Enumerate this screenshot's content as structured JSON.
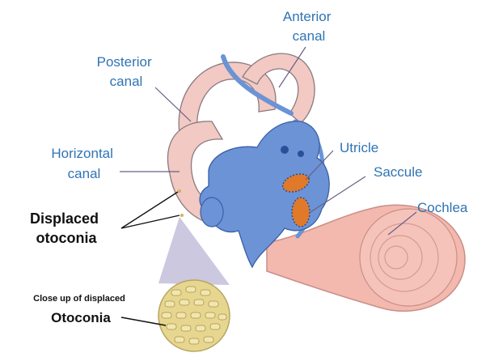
{
  "labels": {
    "anterior_canal": [
      "Anterior",
      "canal"
    ],
    "posterior_canal": [
      "Posterior",
      "canal"
    ],
    "horizontal_canal": [
      "Horizontal",
      "canal"
    ],
    "utricle": "Utricle",
    "saccule": "Saccule",
    "cochlea": "Cochlea",
    "displaced_otoconia": [
      "Displaced",
      "otoconia"
    ],
    "closeup_caption": "Close up of displaced",
    "closeup_title": "Otoconia"
  },
  "colors": {
    "label_blue": "#2f74b5",
    "canal_pink": "#f2c9c3",
    "canal_outline": "#8a7a80",
    "vestibule_blue": "#6b93d6",
    "vestibule_dark": "#2b4f9a",
    "macula_orange": "#e07a2a",
    "cochlea_pink": "#f3b8ae",
    "otoconia_yellow": "#e6d690",
    "zoom_cone": "#b9b6d6"
  }
}
